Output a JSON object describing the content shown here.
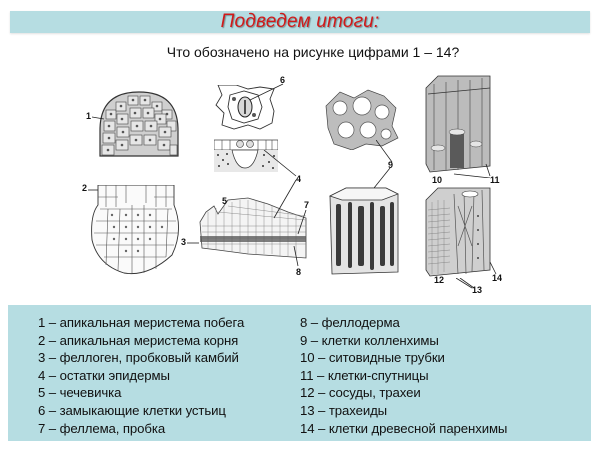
{
  "header": {
    "title": "Подведем итоги:",
    "title_color": "#d01a1a",
    "band_color": "#b6dde2"
  },
  "question": "Что обозначено на рисунке цифрами 1 – 14?",
  "figures": {
    "labels": {
      "n1": "1",
      "n2": "2",
      "n3": "3",
      "n4": "4",
      "n5": "5",
      "n6": "6",
      "n7": "7",
      "n8": "8",
      "n9": "9",
      "n10": "10",
      "n11": "11",
      "n12": "12",
      "n13": "13",
      "n14": "14"
    },
    "items": [
      {
        "id": "shoot-apical-meristem",
        "label": "1"
      },
      {
        "id": "root-apical-meristem",
        "label": "2"
      },
      {
        "id": "stoma-surface-view",
        "label": "6"
      },
      {
        "id": "lenticel-section",
        "labels": [
          "3",
          "4",
          "5",
          "7",
          "8"
        ]
      },
      {
        "id": "collenchyma-cross-section",
        "label": "9"
      },
      {
        "id": "collenchyma-3d",
        "label": "9"
      },
      {
        "id": "phloem-3d",
        "labels": [
          "10",
          "11"
        ]
      },
      {
        "id": "xylem-3d",
        "labels": [
          "12",
          "13",
          "14"
        ]
      }
    ]
  },
  "legend": {
    "left": [
      "1 – апикальная меристема побега",
      "2 – апикальная меристема корня",
      "3 – феллоген, пробковый камбий",
      "4 – остатки эпидермы",
      "5 – чечевичка",
      "6 – замыкающие клетки устьиц",
      "7 – феллема, пробка"
    ],
    "right": [
      "8 – феллодерма",
      "9 – клетки колленхимы",
      "10 – ситовидные трубки",
      "11 – клетки-спутницы",
      "12 – сосуды, трахеи",
      "13 – трахеиды",
      "14 – клетки древесной паренхимы"
    ]
  }
}
